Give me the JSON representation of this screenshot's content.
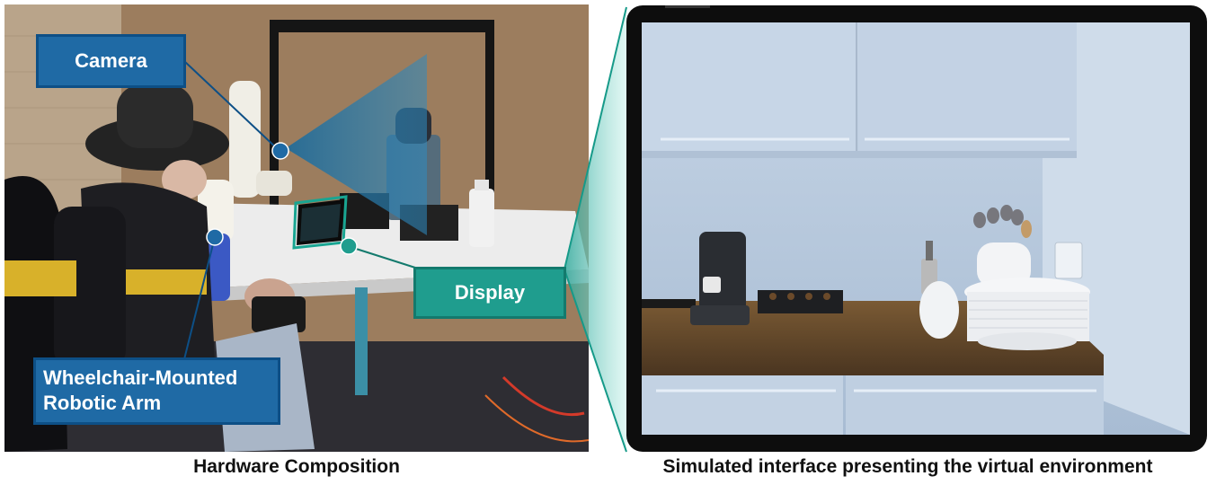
{
  "captions": {
    "left": "Hardware Composition",
    "right": "Simulated interface presenting the virtual environment"
  },
  "callouts": {
    "camera": "Camera",
    "display": "Display",
    "arm_line1": "Wheelchair-Mounted",
    "arm_line2": "Robotic Arm"
  },
  "colors": {
    "callout_blue": "#1f6aa5",
    "callout_teal": "#1f9d8e",
    "tablet_frame": "#0d0d0d"
  }
}
